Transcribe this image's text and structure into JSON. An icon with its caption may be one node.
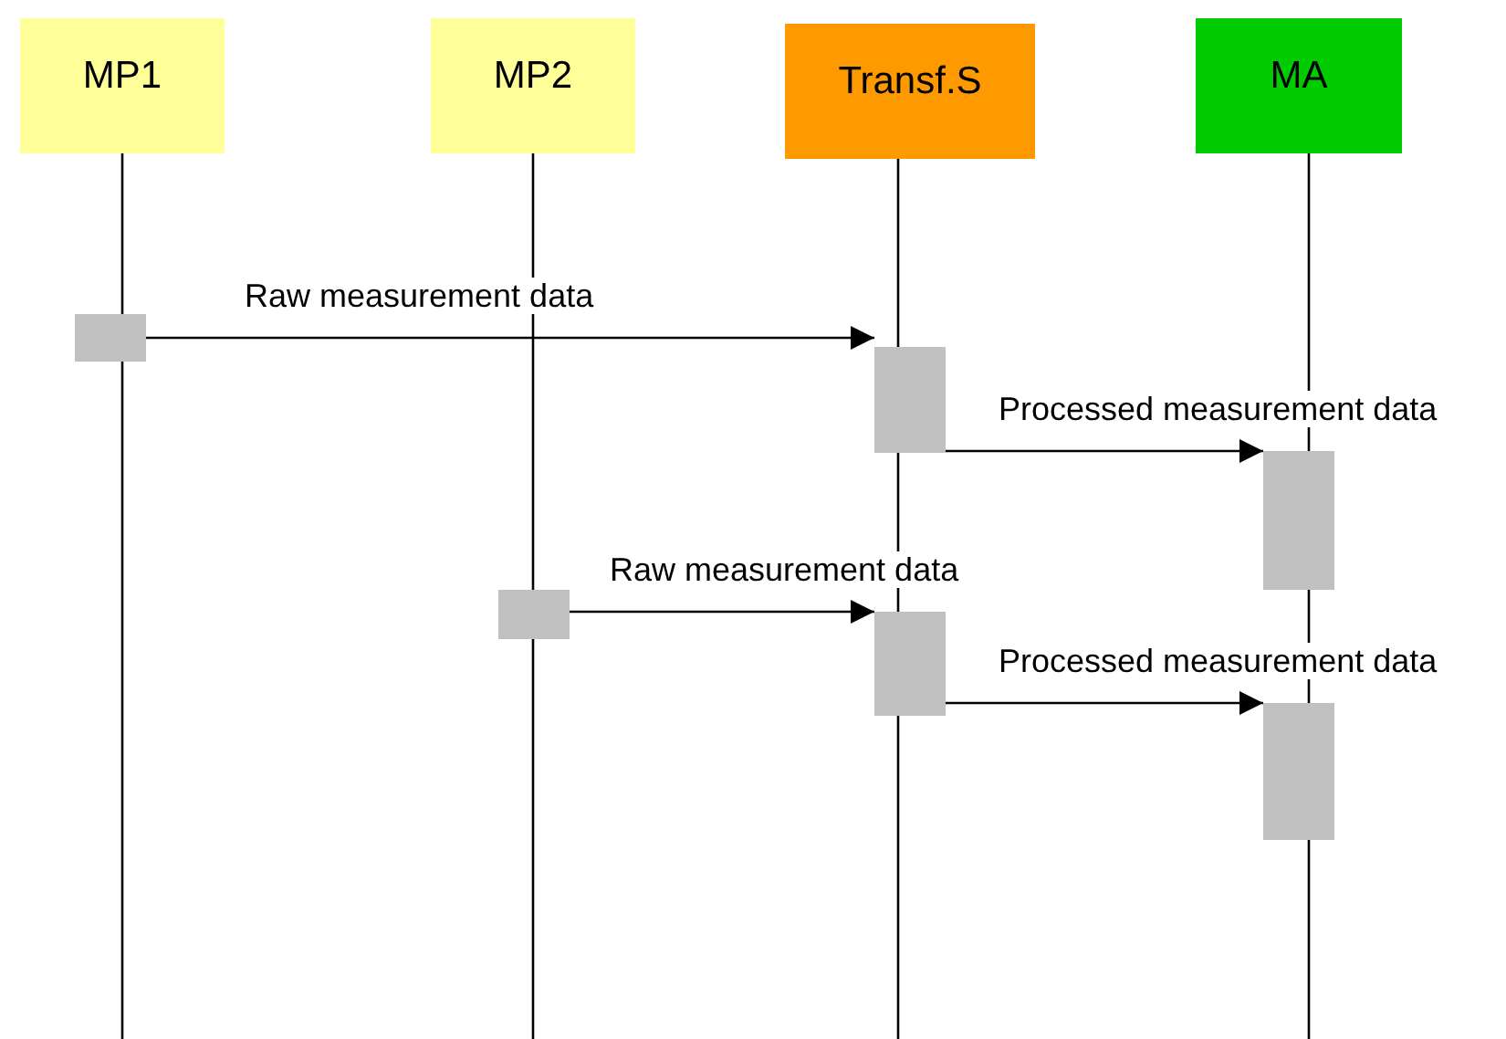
{
  "diagram": {
    "nodes": [
      {
        "text": [
          "MP1"
        ]
      },
      {
        "text": [
          "MP2"
        ]
      },
      {
        "text": [
          "Transf.S"
        ]
      },
      {
        "text": [
          "MA"
        ]
      },
      {
        "text": [],
        "shape": "bar"
      },
      {
        "text": [],
        "shape": "bar"
      },
      {
        "text": [],
        "shape": "bar"
      },
      {
        "text": [],
        "shape": "bar"
      },
      {
        "text": [],
        "shape": "bar"
      },
      {
        "text": [],
        "shape": "bar"
      }
    ],
    "edges": [
      {
        "from": 4,
        "to": 5,
        "arrow": "to",
        "label": "Raw measurement data"
      },
      {
        "from": 5,
        "to": 6,
        "arrow": "to",
        "label": "Processed measurement data"
      },
      {
        "from": 7,
        "to": 8,
        "arrow": "to",
        "label": "Raw measurement data"
      },
      {
        "from": 8,
        "to": 9,
        "arrow": "to",
        "label": "Processed measurement data"
      }
    ]
  }
}
